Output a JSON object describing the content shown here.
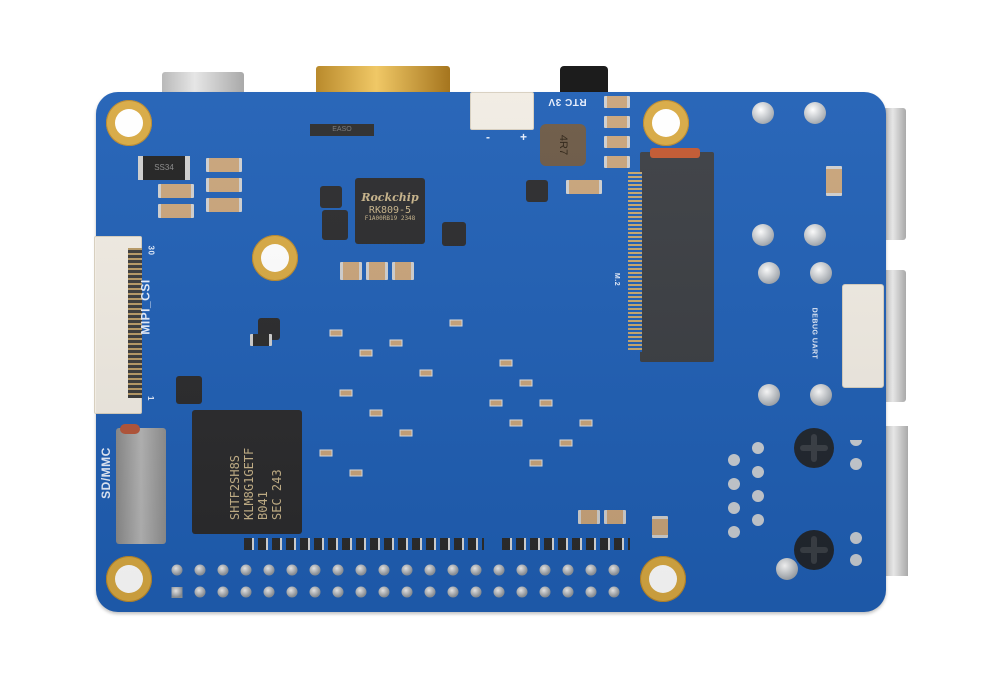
{
  "image": {
    "subject": "Blue single-board computer PCB, bottom view",
    "background_color": "#ffffff",
    "board_color": "#1f5fb5",
    "accent_gold": "#d8a942"
  },
  "labels": {
    "pmic_brand": "Rockchip",
    "pmic_model": "RK809-5",
    "pmic_lot": "F1A00RB19 2348",
    "emmc_line1": "SEC 243",
    "emmc_line2": "B041",
    "emmc_line3": "KLM8G1GETF",
    "emmc_line4": "SHTF2SH8S",
    "mipi_csi": "MIPI_CSI",
    "mipi_pin30": "30",
    "mipi_pin1": "1",
    "sd_mmc": "SD/MMC",
    "rtc": "RTC 3V",
    "rtc_minus": "-",
    "rtc_plus": "+",
    "inductor": "4R7",
    "diode": "SS34",
    "debug_uart": "DEBUG UART",
    "m2": "M.2",
    "fuse": "EASO"
  },
  "components": {
    "gpio_header_pins": 40,
    "mounting_holes": 4
  }
}
